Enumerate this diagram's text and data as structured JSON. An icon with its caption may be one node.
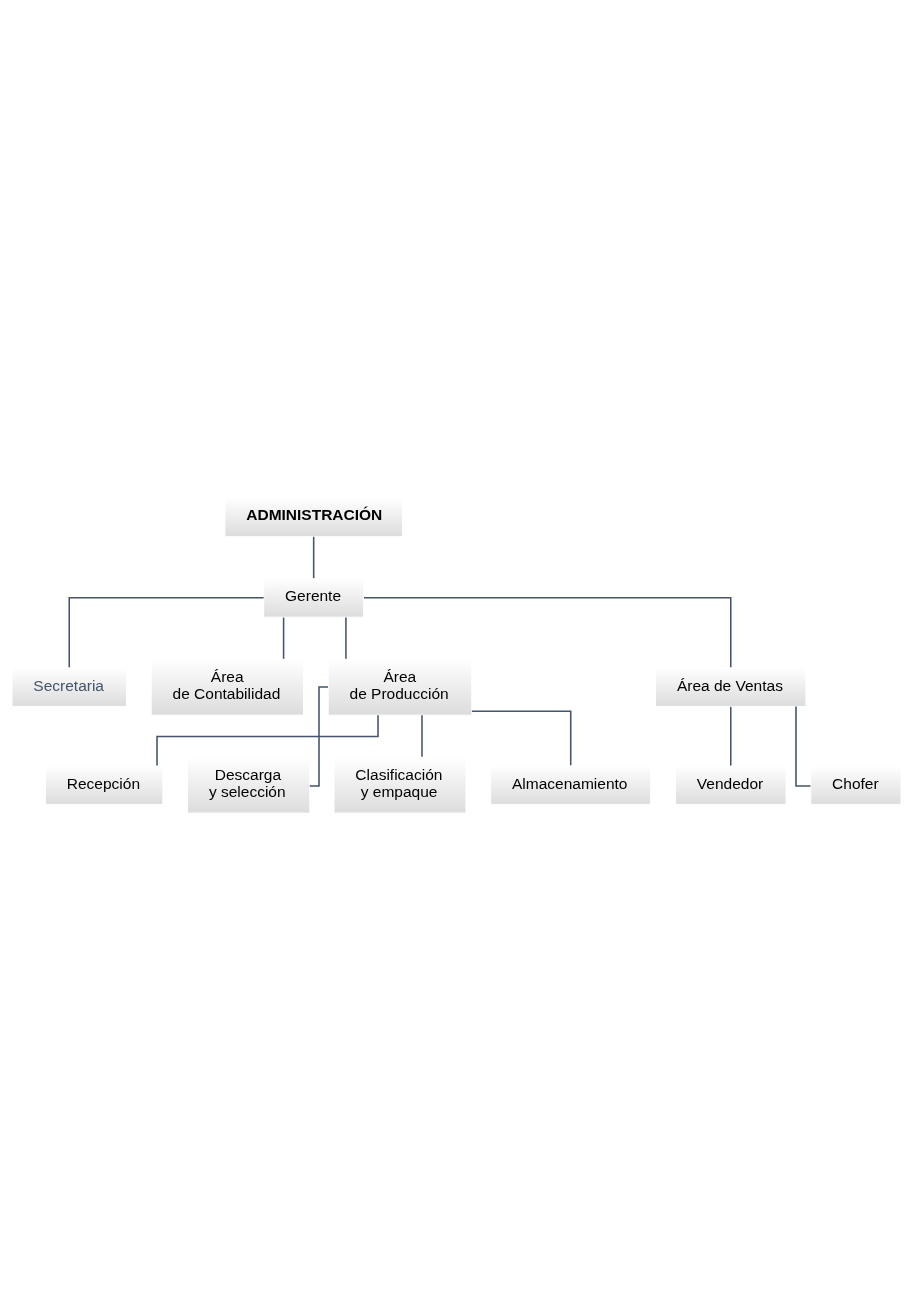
{
  "diagram": {
    "nodes": [
      {
        "text": [
          "ADMINISTRACIÓN"
        ]
      },
      {
        "text": [
          "Gerente"
        ]
      },
      {
        "text": [
          "Secretaria"
        ]
      },
      {
        "text": [
          "Área de Contabilidad"
        ]
      },
      {
        "text": [
          "Área de Producción"
        ]
      },
      {
        "text": [
          "Área de Ventas"
        ]
      },
      {
        "text": [
          "Recepción"
        ]
      },
      {
        "text": [
          "Descarga y selección"
        ]
      },
      {
        "text": [
          "Clasificación y empaque"
        ]
      },
      {
        "text": [
          "Almacenamiento"
        ]
      },
      {
        "text": [
          "Vendedor"
        ]
      },
      {
        "text": [
          "Chofer"
        ]
      }
    ],
    "edges": [
      {
        "from": 0,
        "to": 1,
        "arrow": "none"
      },
      {
        "from": 1,
        "to": 2,
        "arrow": "none"
      },
      {
        "from": 1,
        "to": 3,
        "arrow": "none"
      },
      {
        "from": 1,
        "to": 4,
        "arrow": "none"
      },
      {
        "from": 1,
        "to": 5,
        "arrow": "none"
      },
      {
        "from": 4,
        "to": 6,
        "arrow": "none"
      },
      {
        "from": 4,
        "to": 7,
        "arrow": "none"
      },
      {
        "from": 4,
        "to": 8,
        "arrow": "none"
      },
      {
        "from": 4,
        "to": 9,
        "arrow": "none"
      },
      {
        "from": 5,
        "to": 10,
        "arrow": "none"
      },
      {
        "from": 5,
        "to": 11,
        "arrow": "none"
      }
    ]
  }
}
